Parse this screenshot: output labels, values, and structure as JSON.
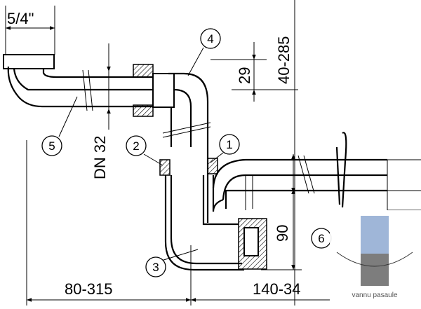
{
  "dimensions": {
    "thread": "5/4\"",
    "vertical_range": "40-285",
    "height_29": "29",
    "pipe_dn": "DN 32",
    "height_90": "90",
    "horizontal_left": "80-315",
    "horizontal_right": "140-34"
  },
  "callouts": {
    "c1": "1",
    "c2": "2",
    "c3": "3",
    "c4": "4",
    "c5": "5",
    "c6": "6"
  },
  "watermark": {
    "brand": "vannu pasaule",
    "colors": {
      "blue": "#9fb6d8",
      "gray": "#7d7d7d"
    }
  }
}
